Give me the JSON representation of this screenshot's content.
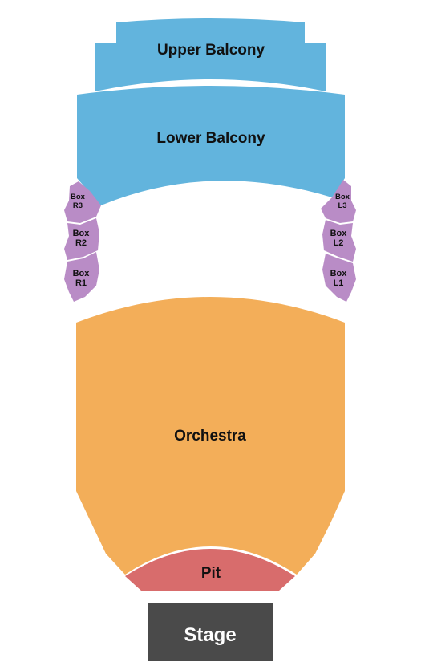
{
  "sections": {
    "upper_balcony": {
      "label": "Upper Balcony"
    },
    "lower_balcony": {
      "label": "Lower Balcony"
    },
    "orchestra": {
      "label": "Orchestra"
    },
    "pit": {
      "label": "Pit"
    },
    "stage": {
      "label": "Stage"
    },
    "boxes_right": [
      {
        "label_top": "Box",
        "label_bottom": "R3"
      },
      {
        "label_top": "Box",
        "label_bottom": "R2"
      },
      {
        "label_top": "Box",
        "label_bottom": "R1"
      }
    ],
    "boxes_left": [
      {
        "label_top": "Box",
        "label_bottom": "L3"
      },
      {
        "label_top": "Box",
        "label_bottom": "L2"
      },
      {
        "label_top": "Box",
        "label_bottom": "L1"
      }
    ]
  },
  "colors": {
    "balcony": "#62b4dd",
    "box": "#b98cc6",
    "orchestra": "#f3ae59",
    "pit": "#d86c6c",
    "stage": "#4a4a4a"
  }
}
